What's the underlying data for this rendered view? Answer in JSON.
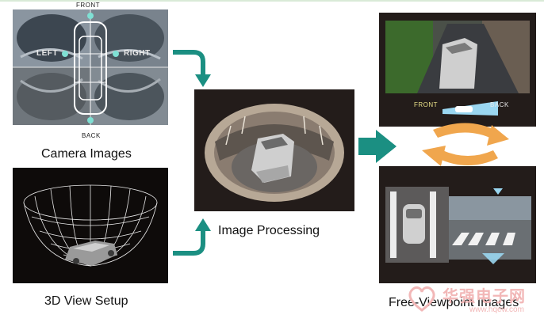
{
  "labels": {
    "camera_images": "Camera Images",
    "view_setup": "3D View Setup",
    "image_processing": "Image Processing",
    "free_viewpoint": "Free-Viewpoint Images"
  },
  "camera_panel": {
    "front": "FRONT",
    "back": "BACK",
    "left": "LEFT",
    "right": "RIGHT"
  },
  "viewpoint_panel": {
    "front": "FRONT",
    "back": "BACK"
  },
  "watermark": {
    "brand": "华强电子网",
    "url": "www.hqew.com"
  },
  "colors": {
    "arrow_teal": "#1b8f82",
    "cycle_orange": "#f0a64d",
    "cycle_blue": "#9ad6f0",
    "panel_dark": "#231c1a"
  }
}
